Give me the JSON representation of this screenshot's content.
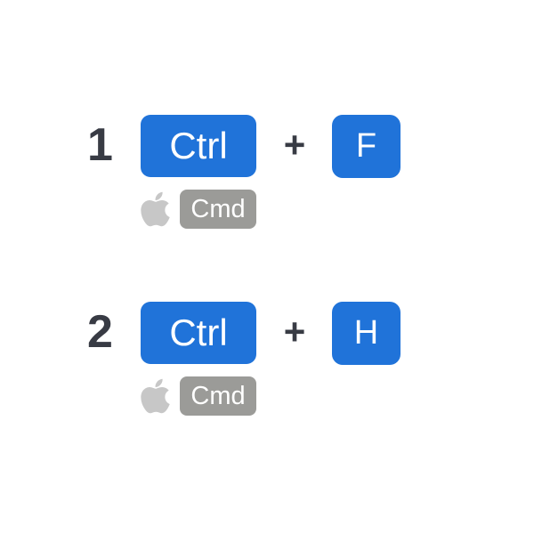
{
  "page": {
    "background": "#ffffff",
    "description": "Keyboard shortcut instruction diagram"
  },
  "colors": {
    "key_blue": "#2073d9",
    "key_gray": "#9b9b98",
    "key_text": "#ffffff",
    "dark_text": "#383b44",
    "apple_icon_gray": "#c7c7c7"
  },
  "shortcuts": [
    {
      "step_number": "1",
      "modifier_key": "Ctrl",
      "separator": "+",
      "action_key": "F",
      "mac_icon": "apple-icon",
      "mac_modifier_key": "Cmd"
    },
    {
      "step_number": "2",
      "modifier_key": "Ctrl",
      "separator": "+",
      "action_key": "H",
      "mac_icon": "apple-icon",
      "mac_modifier_key": "Cmd"
    }
  ]
}
